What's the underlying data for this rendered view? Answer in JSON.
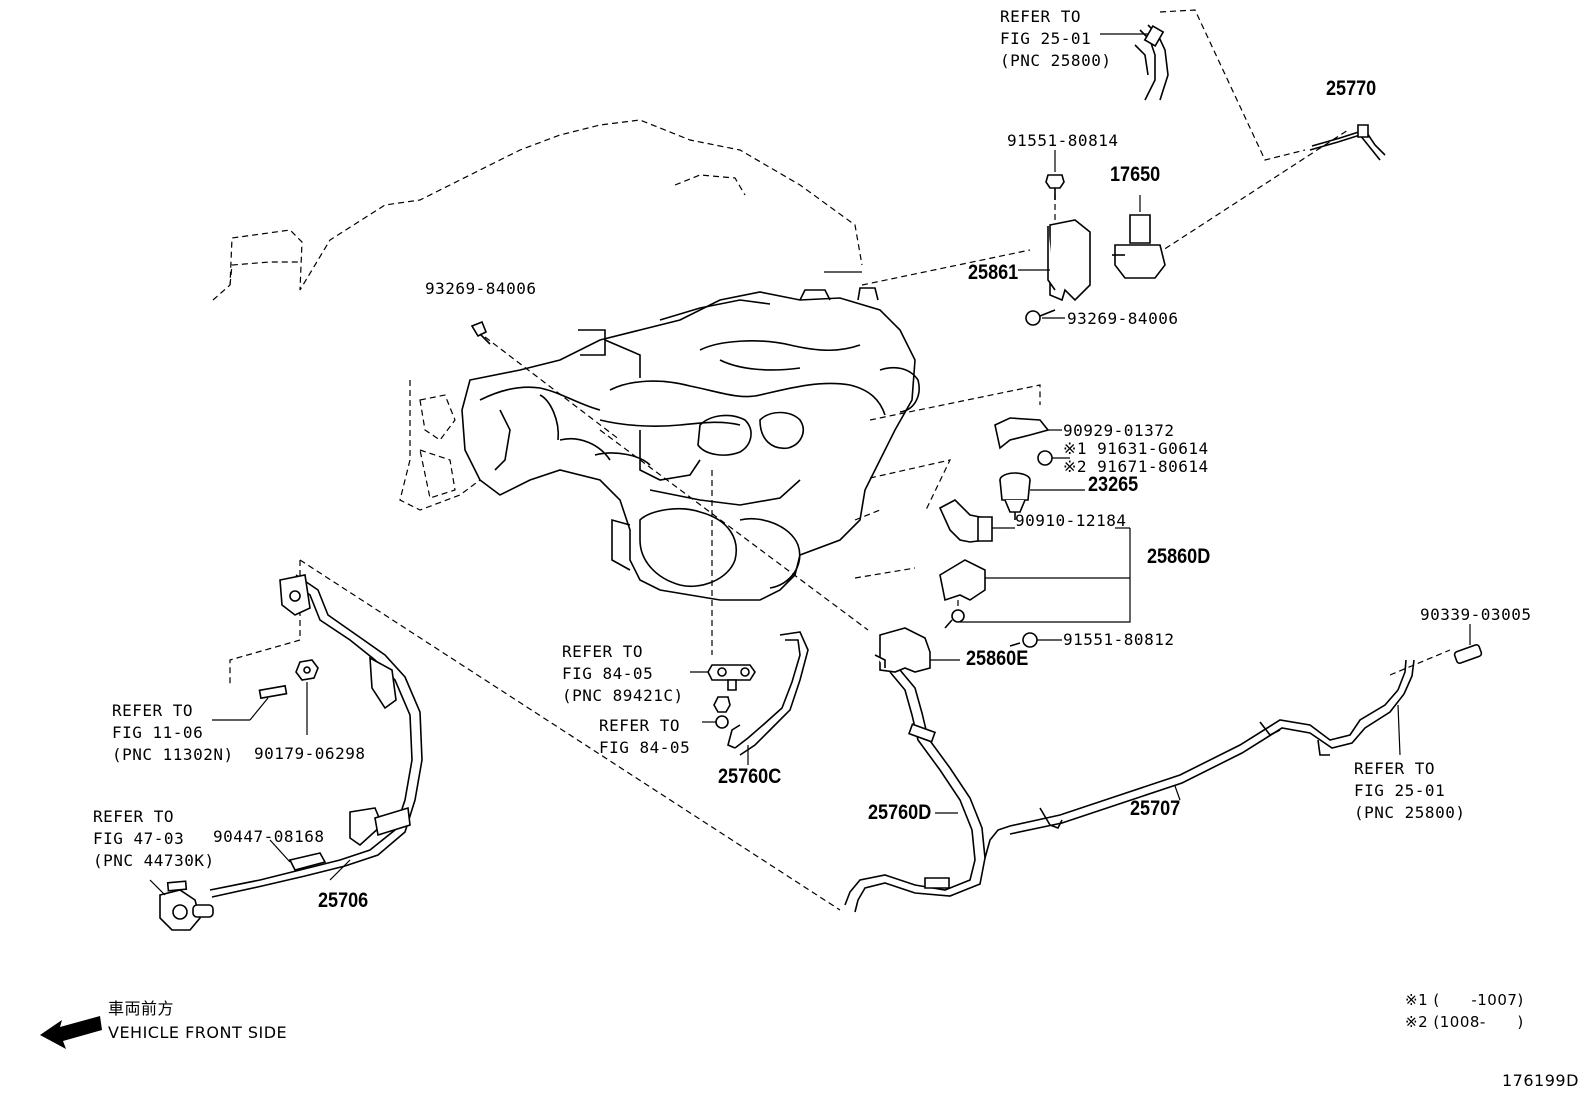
{
  "diagram_id": "176199D",
  "labels": {
    "refer_fig25_top": "REFER TO\nFIG 25-01\n(PNC 25800)",
    "p25770": "25770",
    "p91551_80814": "91551-80814",
    "p17650": "17650",
    "p25861": "25861",
    "p93269_top": "93269-84006",
    "p93269_right": "93269-84006",
    "p90929": "90929-01372",
    "p91631": "※1 91631-G0614",
    "p91671": "※2 91671-80614",
    "p23265": "23265",
    "p90910": "90910-12184",
    "p25860D": "25860D",
    "p91551_80812": "91551-80812",
    "p25860E": "25860E",
    "p90339": "90339-03005",
    "refer_fig84_05_pnc": "REFER TO\nFIG 84-05\n(PNC 89421C)",
    "refer_fig84_05": "REFER TO\nFIG 84-05",
    "p25760C": "25760C",
    "refer_fig11_06": "REFER TO\nFIG 11-06\n(PNC 11302N)",
    "p90179": "90179-06298",
    "refer_fig47_03": "REFER TO\nFIG 47-03\n(PNC 44730K)",
    "p90447": "90447-08168",
    "p25706": "25706",
    "p25760D": "25760D",
    "p25707": "25707",
    "refer_fig25_right": "REFER TO\nFIG 25-01\n(PNC 25800)",
    "front_jp": "車両前方",
    "front_en": "VEHICLE FRONT SIDE",
    "note1": "※1 (      -1007)",
    "note2": "※2 (1008-      )"
  }
}
